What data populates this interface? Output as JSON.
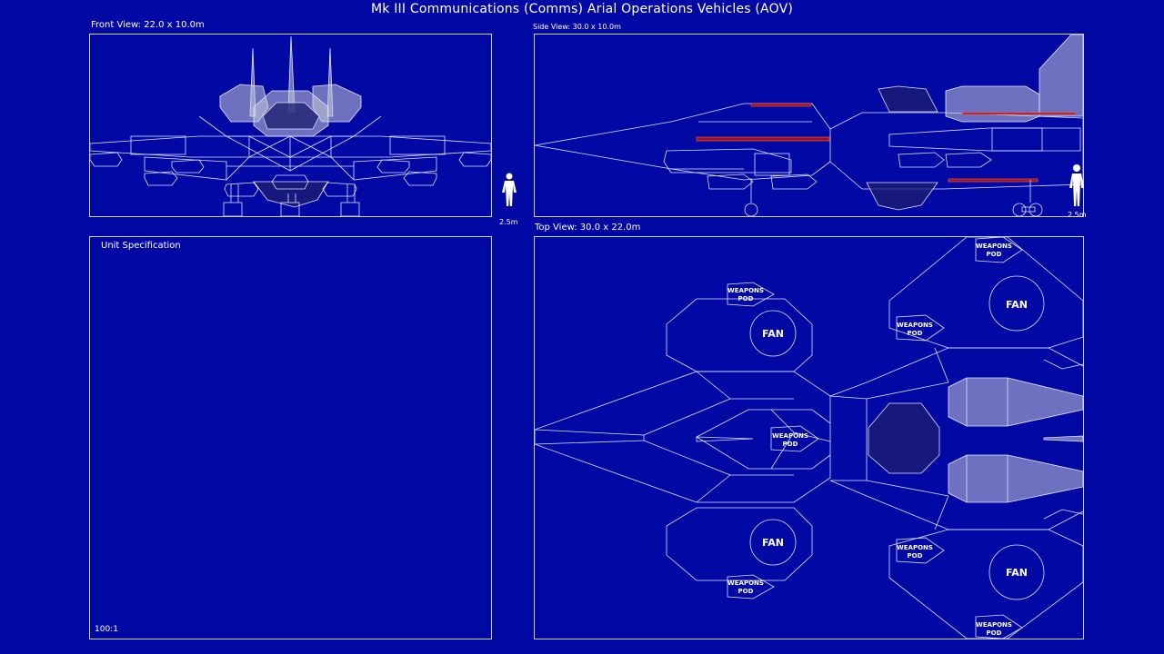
{
  "title": "Mk III Communications (Comms) Arial Operations Vehicles (AOV)",
  "views": {
    "front": {
      "label": "Front View: 22.0 x 10.0m",
      "scale_figure": "2.5m"
    },
    "side": {
      "label": "Side View: 30.0 x 10.0m",
      "scale_figure": "2.5m"
    },
    "top": {
      "label": "Top View: 30.0 x 22.0m",
      "fan_label": "FAN",
      "pod_label_line1": "WEAPONS",
      "pod_label_line2": "POD"
    }
  },
  "spec": {
    "title": "Unit Specification",
    "scale": "100:1"
  },
  "colors": {
    "background": "#0208a4",
    "line": "#dfe2ff",
    "accent_red": "#a01010"
  }
}
